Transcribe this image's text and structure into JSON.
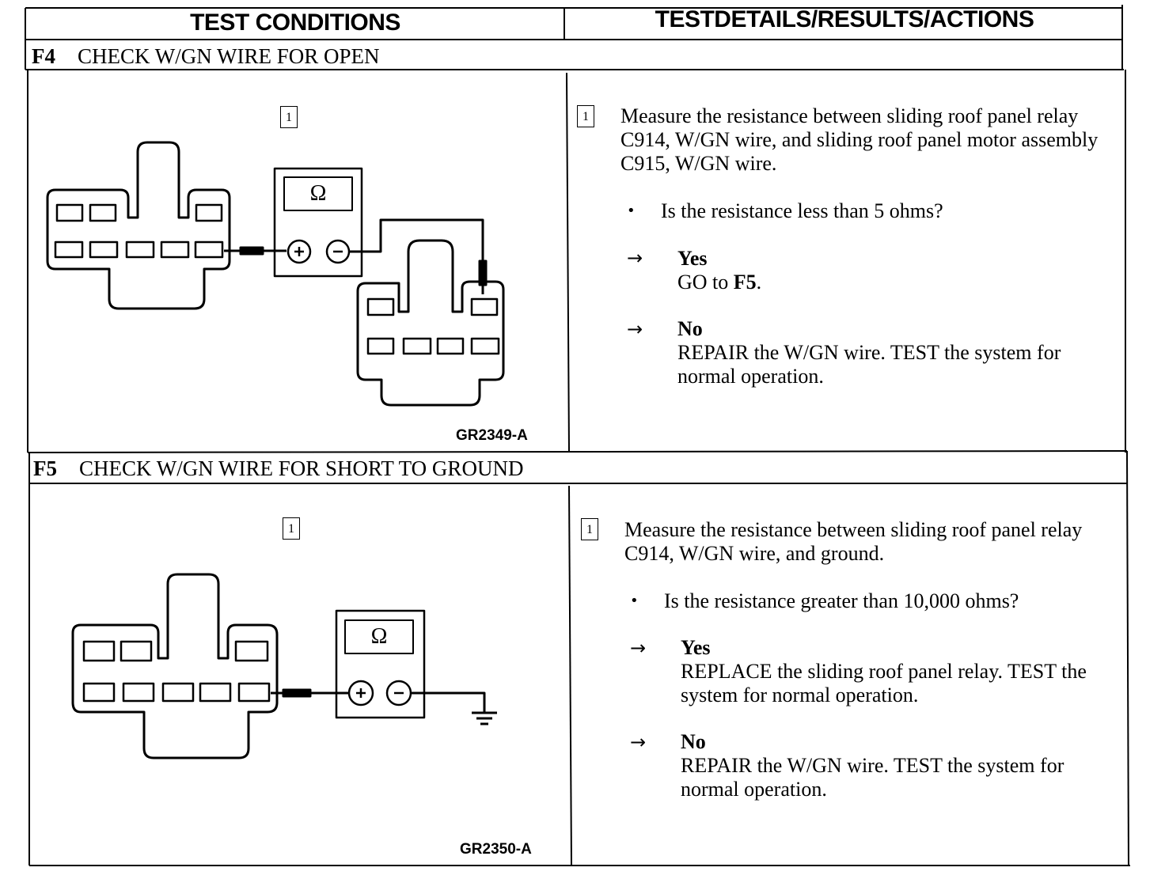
{
  "header": {
    "left": "TEST CONDITIONS",
    "right": "TESTDETAILS/RESULTS/ACTIONS"
  },
  "f4": {
    "id": "F4",
    "title": "CHECK W/GN WIRE FOR OPEN",
    "figure_step": "1",
    "figure_id": "GR2349-A",
    "meter_symbol": "Ω",
    "step_number": "1",
    "instruction": "Measure the resistance between sliding roof panel relay C914, W/GN wire, and sliding roof panel motor assembly C915, W/GN wire.",
    "question": "Is the resistance less than 5 ohms?",
    "yes_label": "Yes",
    "yes_action_prefix": "GO to ",
    "yes_action_target": "F5",
    "yes_action_suffix": ".",
    "no_label": "No",
    "no_action": "REPAIR the W/GN wire. TEST the system for normal operation."
  },
  "f5": {
    "id": "F5",
    "title": "CHECK W/GN WIRE FOR SHORT TO GROUND",
    "figure_step": "1",
    "figure_id": "GR2350-A",
    "meter_symbol": "Ω",
    "step_number": "1",
    "instruction": "Measure the resistance between sliding roof panel relay C914, W/GN wire, and ground.",
    "question": "Is the resistance greater than 10,000 ohms?",
    "yes_label": "Yes",
    "yes_action": "REPLACE the sliding roof panel relay. TEST the system for normal operation.",
    "no_label": "No",
    "no_action": "REPAIR the W/GN wire. TEST the system for normal operation."
  }
}
